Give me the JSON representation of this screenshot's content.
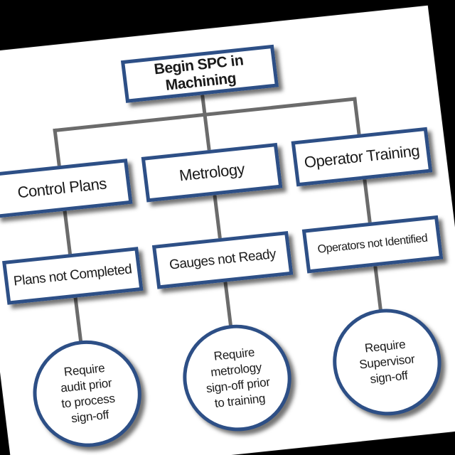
{
  "root": {
    "label": "Begin SPC in Machining"
  },
  "categories": [
    {
      "label": "Control Plans",
      "issue": "Plans not Completed",
      "action": "Require\naudit prior\nto process\nsign-off"
    },
    {
      "label": "Metrology",
      "issue": "Gauges not Ready",
      "action": "Require\nmetrology\nsign-off prior\nto training"
    },
    {
      "label": "Operator Training",
      "issue": "Operators not Identified",
      "action": "Require\nSupervisor\nsign-off"
    }
  ],
  "colors": {
    "box_border": "#2d4f86",
    "connector": "#6b6b6b",
    "background": "#ffffff",
    "frame": "#000000"
  }
}
